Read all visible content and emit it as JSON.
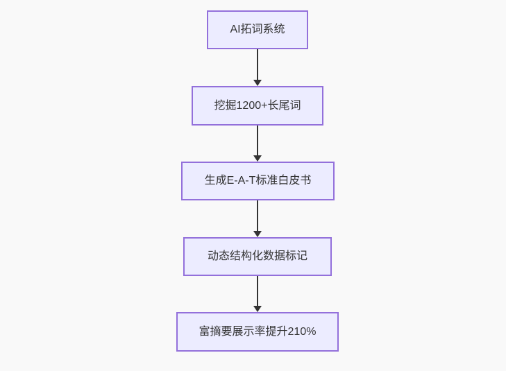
{
  "diagram": {
    "type": "flowchart",
    "direction": "top-down",
    "nodes": [
      {
        "label": "AI拓词系统"
      },
      {
        "label": "挖掘1200+长尾词"
      },
      {
        "label": "生成E-A-T标准白皮书"
      },
      {
        "label": "动态结构化数据标记"
      },
      {
        "label": "富摘要展示率提升210%"
      }
    ],
    "edges": [
      {
        "from": "AI拓词系统",
        "to": "挖掘1200+长尾词"
      },
      {
        "from": "挖掘1200+长尾词",
        "to": "生成E-A-T标准白皮书"
      },
      {
        "from": "生成E-A-T标准白皮书",
        "to": "动态结构化数据标记"
      },
      {
        "from": "动态结构化数据标记",
        "to": "富摘要展示率提升210%"
      }
    ],
    "colors": {
      "node_fill": "#ECECFF",
      "node_border": "#9370DB",
      "arrow": "#333333",
      "text": "#333333",
      "background": "#f9f9f9"
    }
  }
}
